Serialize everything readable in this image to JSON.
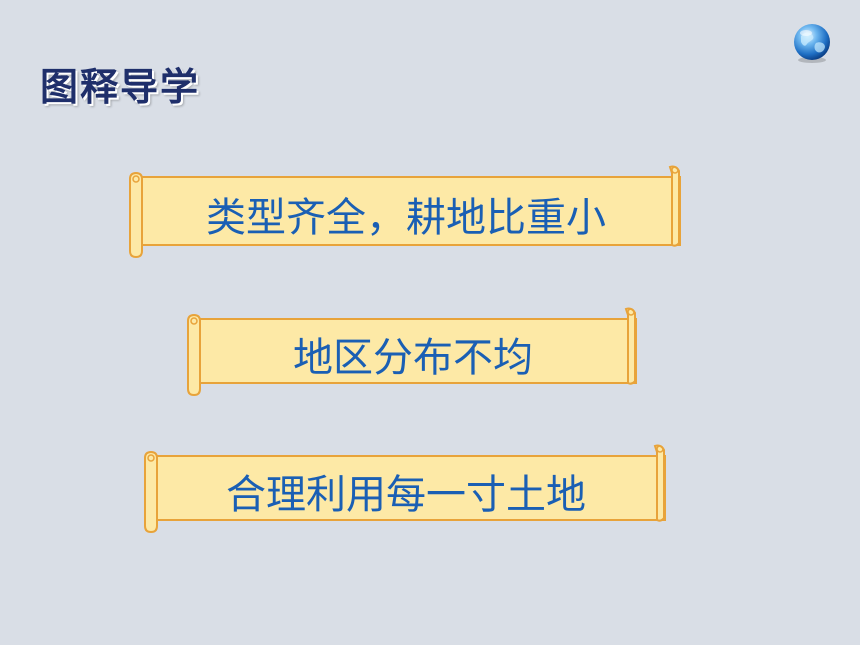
{
  "slide": {
    "title": "图释导学",
    "banners": [
      {
        "text": "类型齐全，耕地比重小"
      },
      {
        "text": "地区分布不均"
      },
      {
        "text": "合理利用每一寸土地"
      }
    ]
  },
  "colors": {
    "background": "#d9dee6",
    "title": "#1f2f6b",
    "banner_fill": "#fde9a6",
    "banner_border": "#e8a33a",
    "banner_text": "#1a5fb4"
  },
  "icons": {
    "corner": "globe-icon"
  }
}
